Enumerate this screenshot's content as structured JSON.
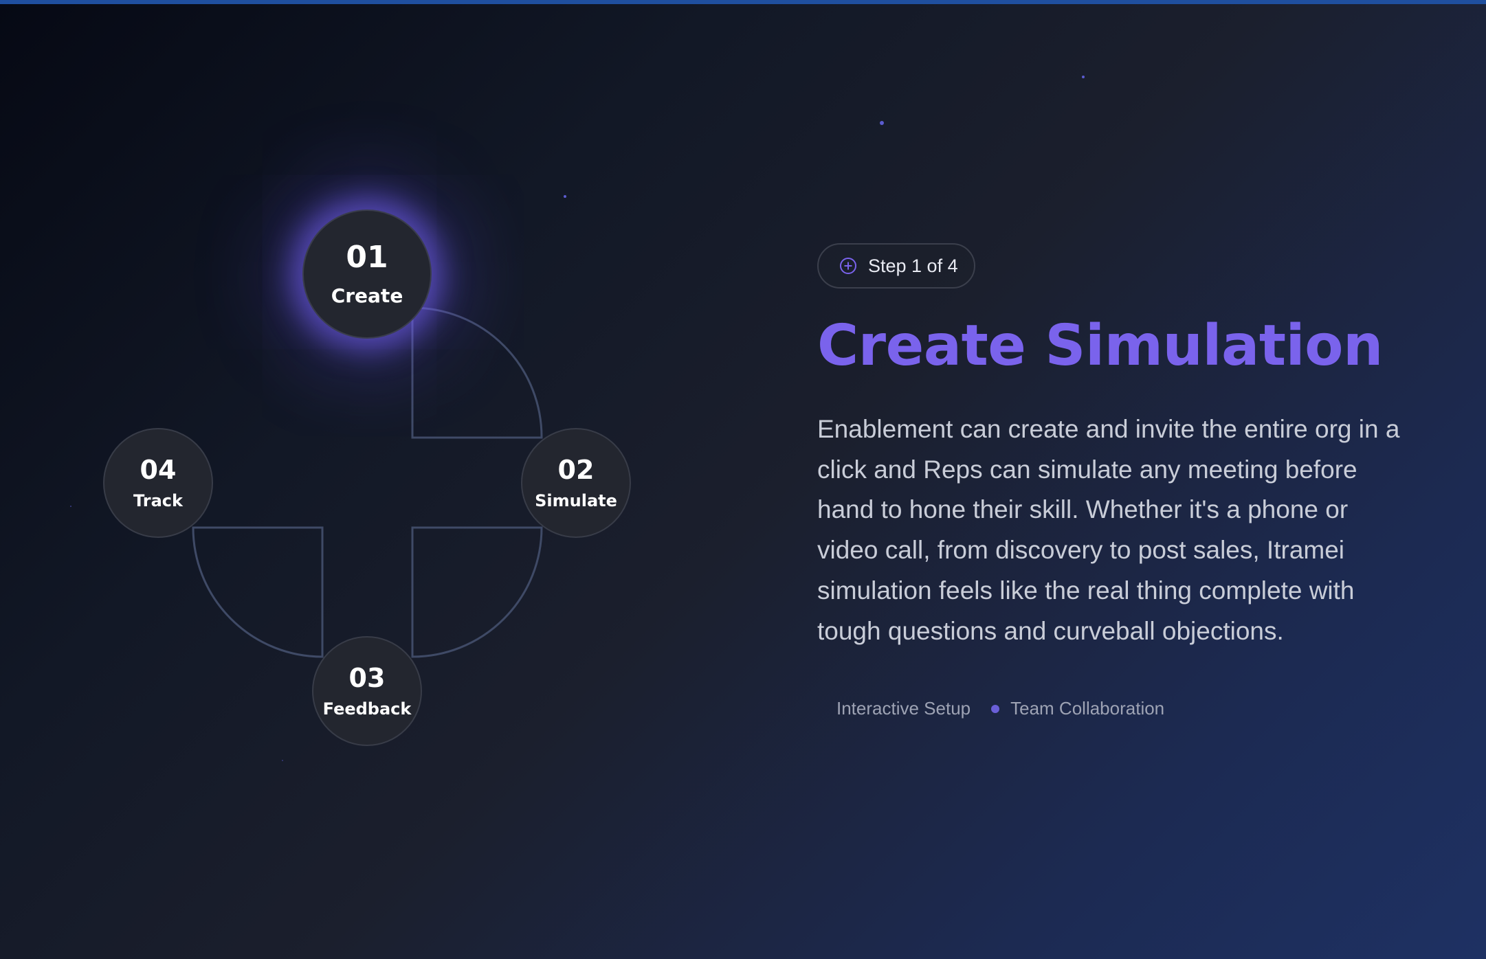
{
  "diagram": {
    "steps": [
      {
        "number": "01",
        "label": "Create",
        "active": true
      },
      {
        "number": "02",
        "label": "Simulate",
        "active": false
      },
      {
        "number": "03",
        "label": "Feedback",
        "active": false
      },
      {
        "number": "04",
        "label": "Track",
        "active": false
      }
    ]
  },
  "content": {
    "step_indicator": "Step 1 of 4",
    "title": "Create Simulation",
    "description": "Enablement can create and invite the entire org in a click and Reps can simulate any meeting before hand to hone their skill. Whether it's a phone or video call, from discovery to post sales, Itramei simulation feels like the real thing complete with tough questions and curveball objections.",
    "tags": [
      "Interactive Setup",
      "Team Collaboration"
    ]
  },
  "colors": {
    "accent": "#7a63ec",
    "connector": "#3f4a66",
    "top_bar": "#1f4f9f"
  },
  "icons": {
    "step_indicator_icon": "plus-circle-icon"
  }
}
